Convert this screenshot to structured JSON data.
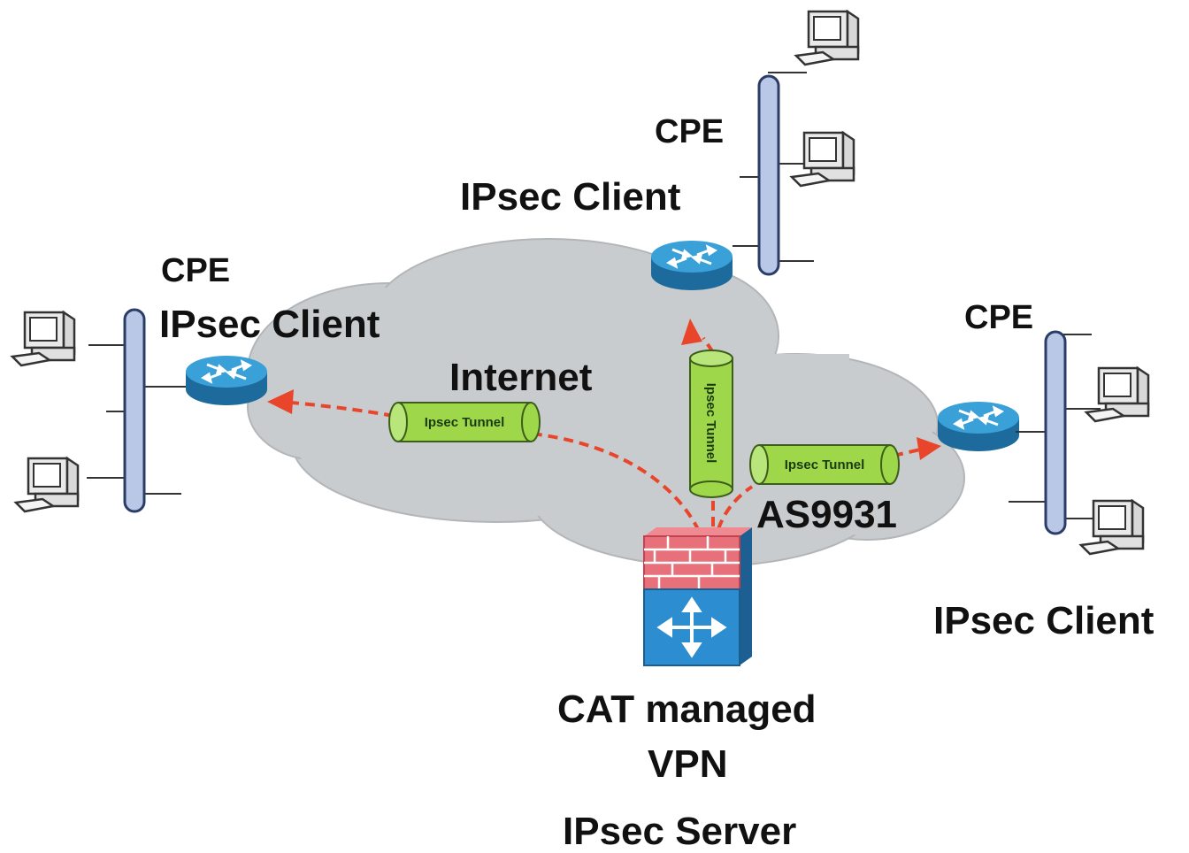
{
  "labels": {
    "cpe_top": "CPE",
    "client_top": "IPsec Client",
    "cpe_left": "CPE",
    "client_left": "IPsec Client",
    "cpe_right": "CPE",
    "client_right": "IPsec Client",
    "internet": "Internet",
    "as_number": "AS9931",
    "server_line1": "CAT managed",
    "server_line2": "VPN",
    "server_role": "IPsec Server"
  },
  "tunnels": {
    "left": "Ipsec Tunnel",
    "top": "Ipsec Tunnel",
    "right": "Ipsec Tunnel"
  },
  "colors": {
    "cloud": "#c9ccce",
    "tunnel": "#9ed84a",
    "arrow": "#e8452a",
    "router": "#2f8fc8",
    "lan_bus": "#b8c8e6",
    "firewall_brick": "#e8707a",
    "firewall_base": "#2c8ed0"
  },
  "icons": [
    "cloud-icon",
    "router-icon",
    "firewall-icon",
    "computer-icon",
    "tunnel-icon"
  ]
}
